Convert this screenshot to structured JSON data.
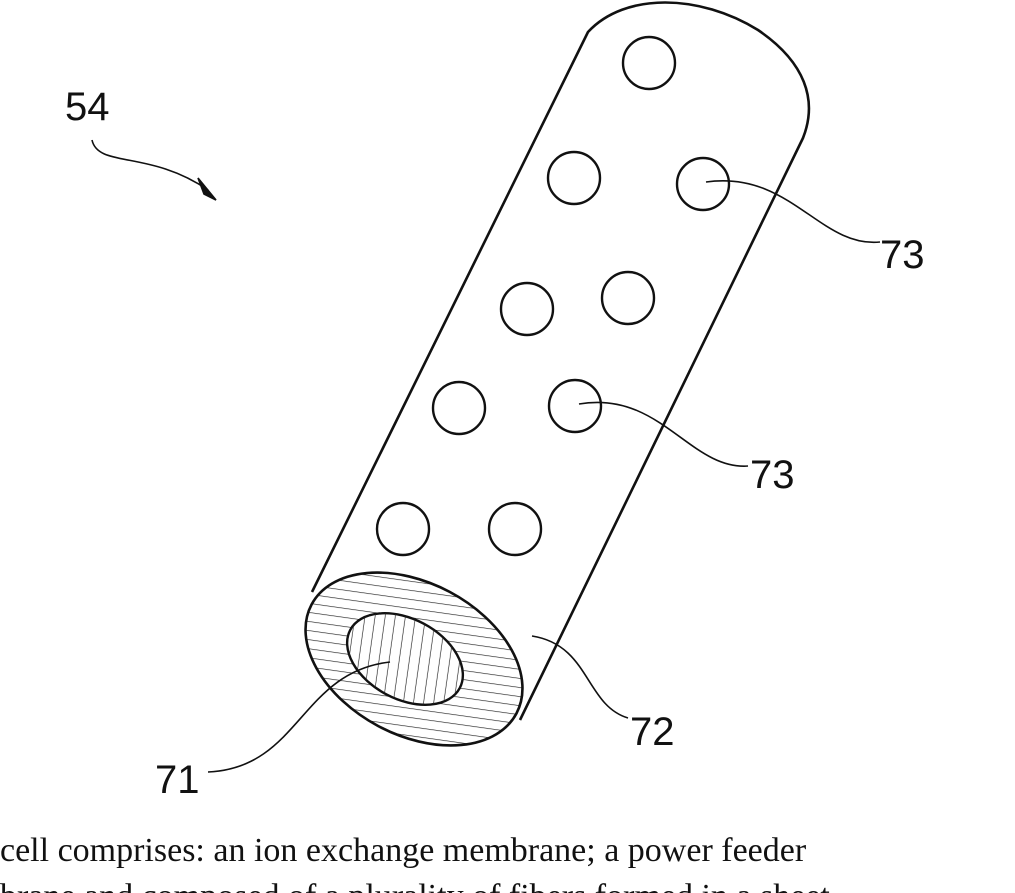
{
  "figure": {
    "labels": {
      "device": "54",
      "hole_upper": "73",
      "hole_lower": "73",
      "tube_body": "72",
      "core": "71"
    },
    "caption_line1": "cell comprises: an ion exchange membrane; a power feeder",
    "caption_line2": "brane and composed of a plurality of fibers formed in a sheet"
  }
}
